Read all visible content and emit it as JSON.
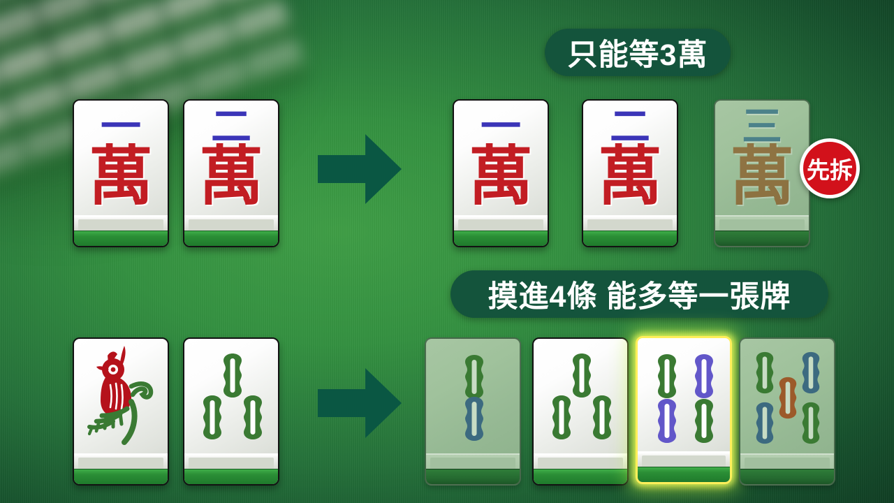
{
  "scene": {
    "title": "Mahjong tile-efficiency tutorial",
    "background_color": "#2f8c3f",
    "arrow_color": "#0a5743",
    "banner_color": "#14543c",
    "highlight_color": "#ffef5a",
    "stamp_color": "#d2111b"
  },
  "banners": {
    "top": {
      "text": "只能等3萬",
      "meaning": "Can only wait for 3-characters"
    },
    "bottom": {
      "text": "摸進4條 能多等一張牌",
      "meaning": "Drawing 4-bamboo lets you wait on one more tile"
    }
  },
  "stamp": {
    "label": "先拆",
    "meaning": "break this up first"
  },
  "arrows": {
    "top_label": "becomes",
    "bottom_label": "becomes"
  },
  "rows": [
    {
      "id": "row-characters",
      "suit": "characters",
      "before": [
        {
          "name": "1-characters",
          "num": "一",
          "wan": "萬",
          "state": "normal",
          "num_color": "#3b35b8",
          "wan_color": "#c21d23"
        },
        {
          "name": "2-characters",
          "num": "二",
          "wan": "萬",
          "state": "normal",
          "num_color": "#3b35b8",
          "wan_color": "#c21d23"
        }
      ],
      "after": [
        {
          "name": "1-characters",
          "num": "一",
          "wan": "萬",
          "state": "normal",
          "num_color": "#3b35b8",
          "wan_color": "#c21d23"
        },
        {
          "name": "2-characters",
          "num": "二",
          "wan": "萬",
          "state": "normal",
          "num_color": "#3b35b8",
          "wan_color": "#c21d23"
        },
        {
          "name": "3-characters",
          "num": "三",
          "wan": "萬",
          "state": "dimmed",
          "num_color": "#2f6b83",
          "wan_color": "#8a5a25"
        }
      ]
    },
    {
      "id": "row-bamboo",
      "suit": "bamboo",
      "before": [
        {
          "name": "1-bamboo",
          "count": 1,
          "state": "normal",
          "motif": "bird",
          "bird_head_color": "#b5121b",
          "bird_tail_color": "#3a7a33"
        },
        {
          "name": "3-bamboo",
          "count": 3,
          "state": "normal",
          "stick_colors": [
            "#3a7a33",
            "#3a7a33",
            "#3a7a33"
          ]
        }
      ],
      "after": [
        {
          "name": "2-bamboo",
          "count": 2,
          "state": "dimmed",
          "stick_colors": [
            "#3a7a33",
            "#3c6a80"
          ]
        },
        {
          "name": "3-bamboo",
          "count": 3,
          "state": "normal",
          "stick_colors": [
            "#3a7a33",
            "#3a7a33",
            "#3a7a33"
          ]
        },
        {
          "name": "4-bamboo",
          "count": 4,
          "state": "highlighted",
          "stick_colors": [
            "#3a7a33",
            "#6257c9",
            "#6257c9",
            "#3a7a33"
          ]
        },
        {
          "name": "5-bamboo",
          "count": 5,
          "state": "dimmed",
          "stick_colors": [
            "#3a7a33",
            "#3c6a80",
            "#9c5a2a",
            "#3c6a80",
            "#3a7a33"
          ]
        }
      ]
    }
  ]
}
